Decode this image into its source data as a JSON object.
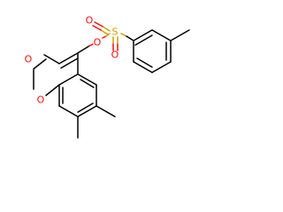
{
  "molecule": {
    "atom_labels": {
      "carbonyl_oxygen": "O",
      "ring_oxygen": "O",
      "ester_oxygen": "O",
      "sulfur": "S",
      "sulfonyl_oxygen_left": "O",
      "sulfonyl_oxygen_bottom": "O"
    },
    "colors": {
      "oxygen": "#ff0d0d",
      "sulfur": "#c8a000",
      "bond": "#000000"
    }
  }
}
